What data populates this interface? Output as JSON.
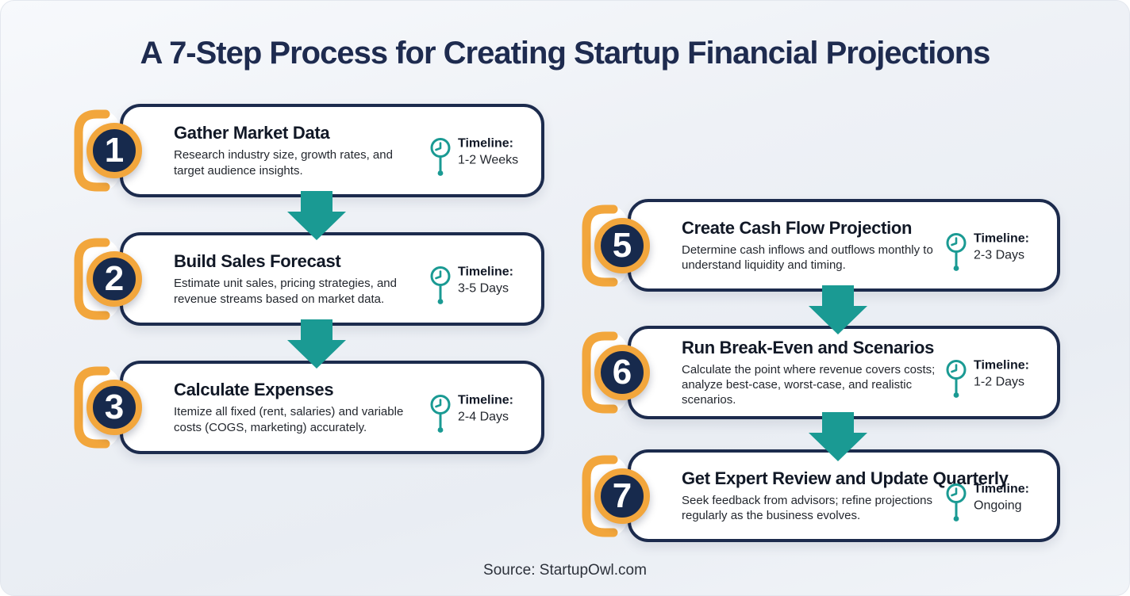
{
  "title": "A 7-Step Process for Creating Startup Financial Projections",
  "source": "Source: StartupOwl.com",
  "colors": {
    "accent_orange": "#f2a63c",
    "navy": "#172a4d",
    "card_border_navy": "#1c2b4d",
    "teal": "#1a9a93",
    "background": "#eef1f6",
    "title_text": "#1e2b4f"
  },
  "steps": {
    "left": [
      {
        "number": "1",
        "title": "Gather Market Data",
        "description": "Research industry size, growth rates, and target audience insights.",
        "timeline_label": "Timeline:",
        "timeline_value": "1-2 Weeks"
      },
      {
        "number": "2",
        "title": "Build Sales Forecast",
        "description": "Estimate unit sales, pricing strategies, and revenue streams based on market data.",
        "timeline_label": "Timeline:",
        "timeline_value": "3-5 Days"
      },
      {
        "number": "3",
        "title": "Calculate Expenses",
        "description": "Itemize all fixed (rent, salaries) and variable costs (COGS, marketing) accurately.",
        "timeline_label": "Timeline:",
        "timeline_value": "2-4 Days"
      }
    ],
    "right": [
      {
        "number": "5",
        "title": "Create Cash Flow Projection",
        "description": "Determine cash inflows and outflows monthly to understand liquidity and timing.",
        "timeline_label": "Timeline:",
        "timeline_value": "2-3 Days"
      },
      {
        "number": "6",
        "title": "Run Break-Even and Scenarios",
        "description": "Calculate the point where revenue covers costs; analyze best-case, worst-case, and realistic scenarios.",
        "timeline_label": "Timeline:",
        "timeline_value": "1-2 Days"
      },
      {
        "number": "7",
        "title": "Get Expert Review and Update Quarterly",
        "description": "Seek feedback from advisors; refine projections regularly as the business evolves.",
        "timeline_label": "Timeline:",
        "timeline_value": "Ongoing"
      }
    ]
  }
}
